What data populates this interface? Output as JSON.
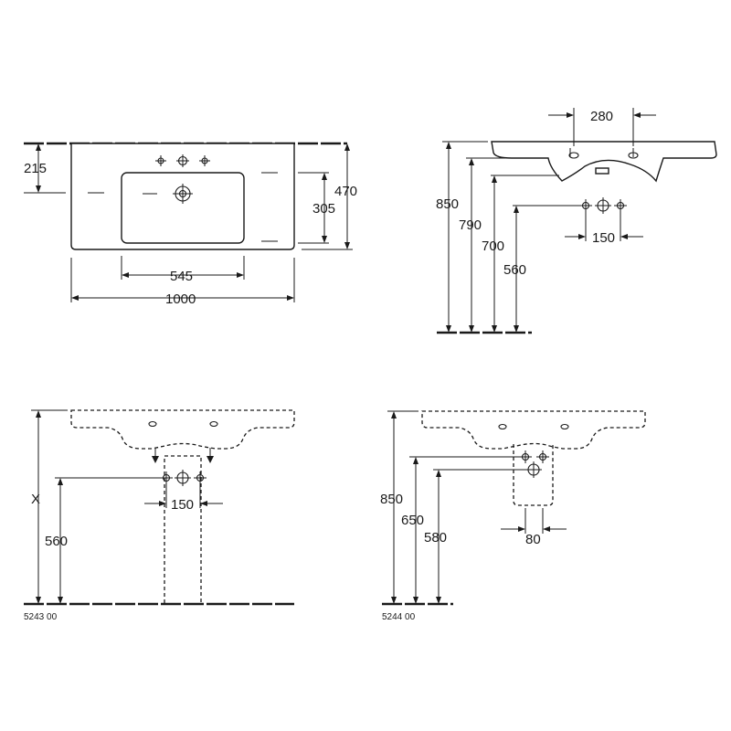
{
  "top_view": {
    "dim_depth_to_holes": "215",
    "dim_total_depth": "470",
    "dim_bowl_depth": "305",
    "dim_bowl_width": "545",
    "dim_total_width": "1000"
  },
  "side_view": {
    "dim_tap_spacing": "280",
    "dim_height_rim": "850",
    "dim_height_underside": "790",
    "dim_height_siphon": "700",
    "dim_height_wall_holes": "560",
    "dim_wall_hole_spacing": "150"
  },
  "front_view_5243": {
    "dim_height_x": "X",
    "dim_height_wall_holes": "560",
    "dim_wall_hole_spacing": "150",
    "article_code": "5243 00"
  },
  "front_view_5244": {
    "dim_height_rim": "850",
    "dim_height_upper": "650",
    "dim_height_lower": "580",
    "dim_hole_spacing": "80",
    "article_code": "5244 00"
  }
}
